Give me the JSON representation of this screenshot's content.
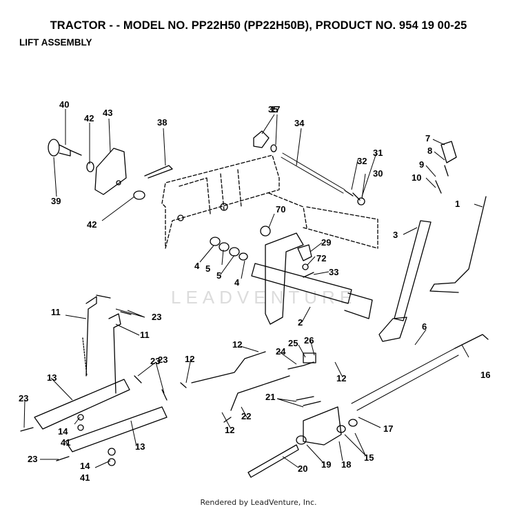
{
  "header": {
    "title": "TRACTOR - - MODEL NO. PP22H50 (PP22H50B), PRODUCT NO. 954 19 00-25",
    "subtitle": "LIFT ASSEMBLY"
  },
  "watermark": "LEADVENTURE",
  "footer": "Rendered by LeadVenture, Inc.",
  "callouts": [
    "1",
    "2",
    "3",
    "4",
    "4",
    "5",
    "5",
    "6",
    "7",
    "8",
    "9",
    "10",
    "11",
    "11",
    "12",
    "12",
    "12",
    "12",
    "13",
    "13",
    "14",
    "14",
    "16",
    "17",
    "17",
    "18",
    "19",
    "20",
    "21",
    "22",
    "23",
    "23",
    "23",
    "23",
    "23",
    "24",
    "25",
    "26",
    "29",
    "30",
    "31",
    "32",
    "33",
    "34",
    "35",
    "38",
    "39",
    "40",
    "41",
    "41",
    "42",
    "42",
    "43",
    "70",
    "72",
    "15"
  ],
  "colors": {
    "line": "#000000",
    "watermark": "#dcdcdc"
  }
}
